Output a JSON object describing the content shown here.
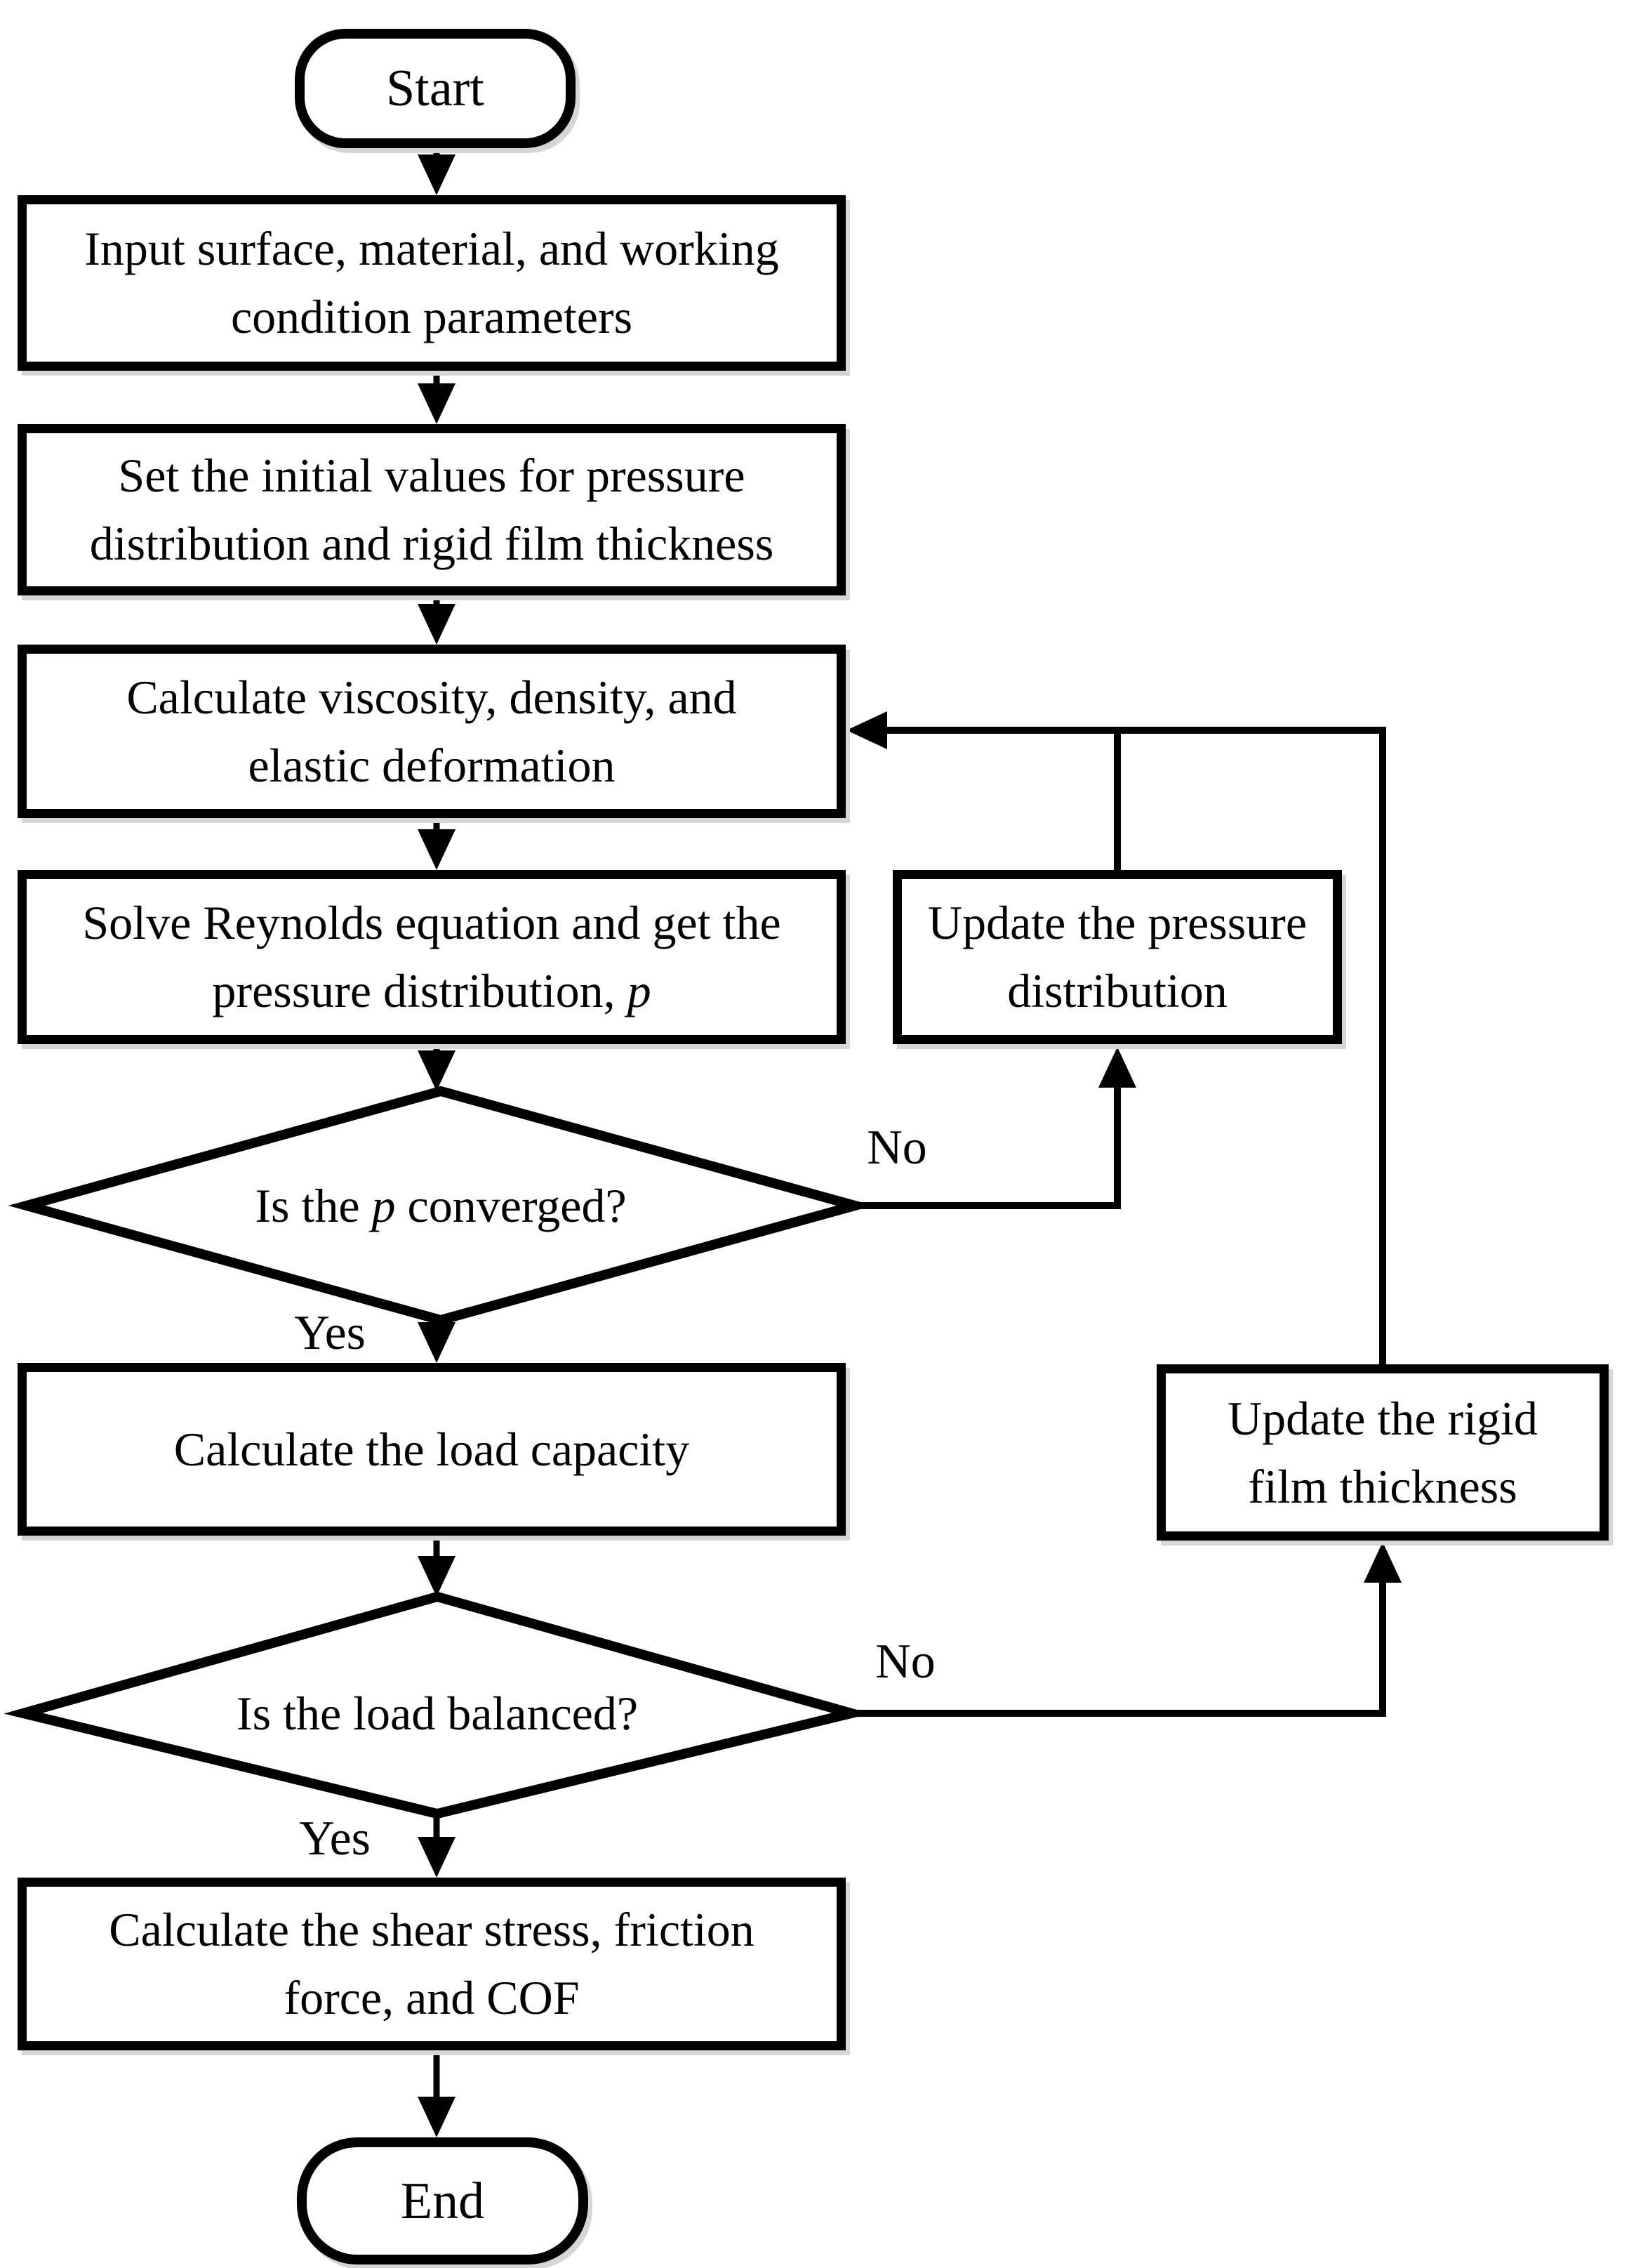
{
  "flowchart": {
    "background": "#ffffff",
    "stroke_color": "#000000",
    "nodes": {
      "start": {
        "label": "Start"
      },
      "input_parameters": {
        "lines": [
          "Input surface, material, and working",
          "condition parameters"
        ]
      },
      "set_initial_values": {
        "lines": [
          "Set the initial values for pressure",
          "distribution and rigid film thickness"
        ]
      },
      "calculate_viscosity": {
        "lines": [
          "Calculate viscosity, density, and",
          "elastic deformation"
        ]
      },
      "solve_reynolds": {
        "line1": "Solve Reynolds equation and get the",
        "line2_prefix": "pressure distribution, ",
        "line2_italic": "p"
      },
      "p_converged": {
        "prefix": "Is the ",
        "italic": "p",
        "suffix": " converged?"
      },
      "update_pressure": {
        "lines": [
          "Update the pressure",
          "distribution"
        ]
      },
      "calculate_load": {
        "label": "Calculate the load capacity"
      },
      "load_balanced": {
        "label": "Is the load balanced?"
      },
      "update_rigid": {
        "lines": [
          "Update the rigid",
          "film thickness"
        ]
      },
      "calculate_shear": {
        "lines": [
          "Calculate the shear stress, friction",
          "force, and COF"
        ]
      },
      "end": {
        "label": "End"
      }
    },
    "edge_labels": {
      "p_converged_no": "No",
      "p_converged_yes": "Yes",
      "load_balanced_no": "No",
      "load_balanced_yes": "Yes"
    }
  }
}
